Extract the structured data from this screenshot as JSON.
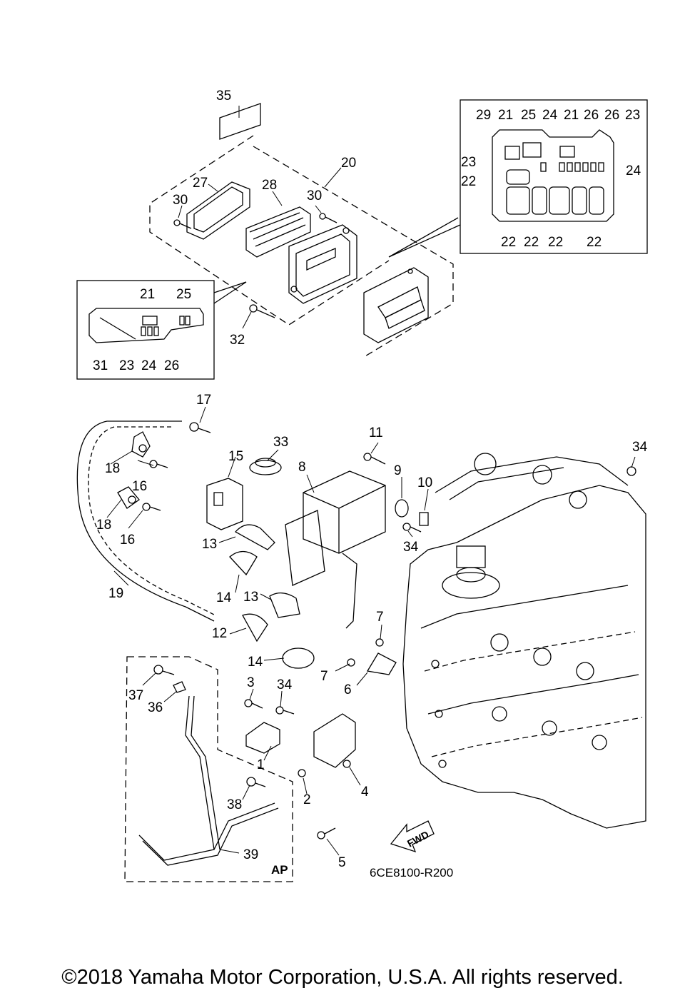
{
  "diagram": {
    "part_numbers": [
      "1",
      "2",
      "3",
      "4",
      "5",
      "6",
      "7",
      "8",
      "9",
      "10",
      "11",
      "12",
      "13",
      "14",
      "15",
      "16",
      "17",
      "18",
      "19",
      "20",
      "21",
      "22",
      "23",
      "24",
      "25",
      "26",
      "27",
      "28",
      "29",
      "30",
      "31",
      "32",
      "33",
      "34",
      "35",
      "36",
      "37",
      "38",
      "39"
    ],
    "inset_top_right_labels": {
      "top": [
        "29",
        "21",
        "25",
        "24",
        "21",
        "26",
        "26",
        "23"
      ],
      "left_23": "23",
      "left_22": "22",
      "right_24": "24",
      "bottom": [
        "22",
        "22",
        "22",
        "22"
      ]
    },
    "inset_left_labels": {
      "top": [
        "21",
        "25"
      ],
      "bottom": [
        "31",
        "23",
        "24",
        "26"
      ]
    },
    "ap_label": "AP",
    "fwd_label": "FWD",
    "drawing_code": "6CE8100-R200"
  },
  "footer": {
    "copyright": "©2018 Yamaha Motor Corporation, U.S.A. All rights reserved."
  }
}
